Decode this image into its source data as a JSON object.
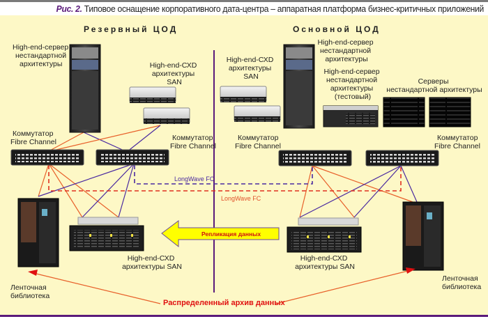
{
  "caption": {
    "figure_label": "Рис. 2.",
    "title": "Типовое оснащение корпоративного дата-центра – аппаратная платформа бизнес-критичных приложений"
  },
  "colors": {
    "background": "#fdf8c6",
    "divider": "#5a1a7a",
    "link_orange": "#e8602a",
    "link_blue": "#4a2aa0",
    "longwave_red": "#e03020",
    "replication_arrow": "#ffff00",
    "archive_text": "#e01010"
  },
  "reserve_site": {
    "heading": "Резервный ЦОД",
    "server_label": [
      "High-end-сервер",
      "нестандартной",
      "архитектуры"
    ],
    "storage_top_label": [
      "High-end-СХD",
      "архитектуры",
      "SAN"
    ],
    "switch_left_label": [
      "Коммутатор",
      "Fibre Channel"
    ],
    "switch_right_label": [
      "Коммутатор",
      "Fibre Channel"
    ],
    "storage_bottom_label": [
      "High-end-СХD",
      "архитектуры SAN"
    ],
    "tape_label": [
      "Ленточная",
      "библиотека"
    ]
  },
  "main_site": {
    "heading": "Основной ЦОД",
    "storage_top_label": [
      "High-end-СХD",
      "архитектуры",
      "SAN"
    ],
    "server_label": [
      "High-end-сервер",
      "нестандартной",
      "архитектуры"
    ],
    "test_server_label": [
      "High-end-сервер",
      "нестандартной",
      "архитектуры",
      "(тестовый)"
    ],
    "nonstd_servers_label": [
      "Серверы",
      "нестандартной архитектуры"
    ],
    "switch_left_label": [
      "Коммутатор",
      "Fibre Channel"
    ],
    "switch_right_label": [
      "Коммутатор",
      "Fibre Channel"
    ],
    "storage_bottom_label": [
      "High-end-СХD",
      "архитектуры SAN"
    ],
    "tape_label": [
      "Ленточная",
      "библиотека"
    ]
  },
  "links": {
    "longwave_blue": "LongWave FC",
    "longwave_red": "LongWave FC",
    "replication": "Репликация данных",
    "archive": "Распределенный архив данных"
  }
}
